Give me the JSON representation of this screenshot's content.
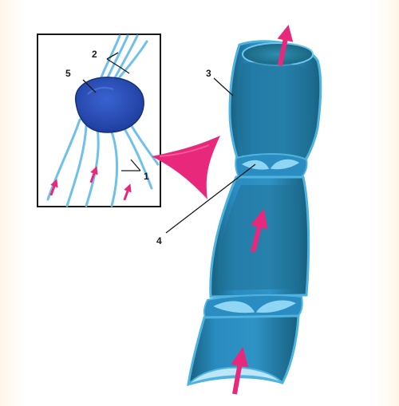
{
  "labels": {
    "valve_fibers": "1",
    "tendon_threads": "2",
    "vessel_wall": "3",
    "valve": "4",
    "node": "5"
  },
  "colors": {
    "page_band": "#fdf6e8",
    "vessel_light": "#4fb3e0",
    "vessel_mid": "#2a8cc0",
    "vessel_dark": "#17607f",
    "vessel_inner": "#1f6f8c",
    "node_dark": "#1f3fa0",
    "node_light": "#3a63d0",
    "thread": "#7fc8ec",
    "arrow": "#e8287a",
    "frame": "#1a1a1a",
    "leader": "#1a1a1a"
  },
  "icons": {
    "flow_arrow": "flow-arrow-icon",
    "pointer_arrow": "pointer-triangle-icon"
  }
}
